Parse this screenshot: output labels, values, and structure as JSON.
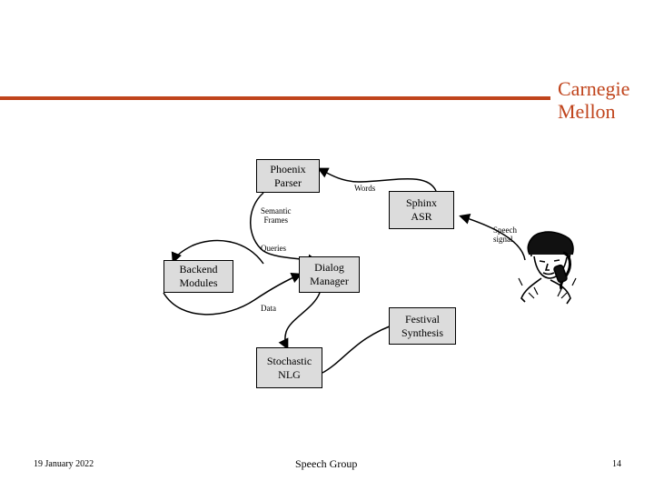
{
  "header": {
    "brand_line1": "Carnegie",
    "brand_line2": "Mellon",
    "accent_color": "#c0441c"
  },
  "diagram": {
    "nodes": {
      "phoenix": {
        "line1": "Phoenix",
        "line2": "Parser"
      },
      "sphinx": {
        "line1": "Sphinx",
        "line2": "ASR"
      },
      "backend": {
        "line1": "Backend",
        "line2": "Modules"
      },
      "dialog": {
        "line1": "Dialog",
        "line2": "Manager"
      },
      "festival": {
        "line1": "Festival",
        "line2": "Synthesis"
      },
      "nlg": {
        "line1": "Stochastic",
        "line2": "NLG"
      }
    },
    "edge_labels": {
      "words": "Words",
      "semantic_line1": "Semantic",
      "semantic_line2": "Frames",
      "speech_line1": "Speech",
      "speech_line2": "signal",
      "queries": "Queries",
      "data": "Data"
    },
    "box_fill": "#dcdcdc"
  },
  "footer": {
    "date": "19 January 2022",
    "group": "Speech Group",
    "page": "14"
  }
}
